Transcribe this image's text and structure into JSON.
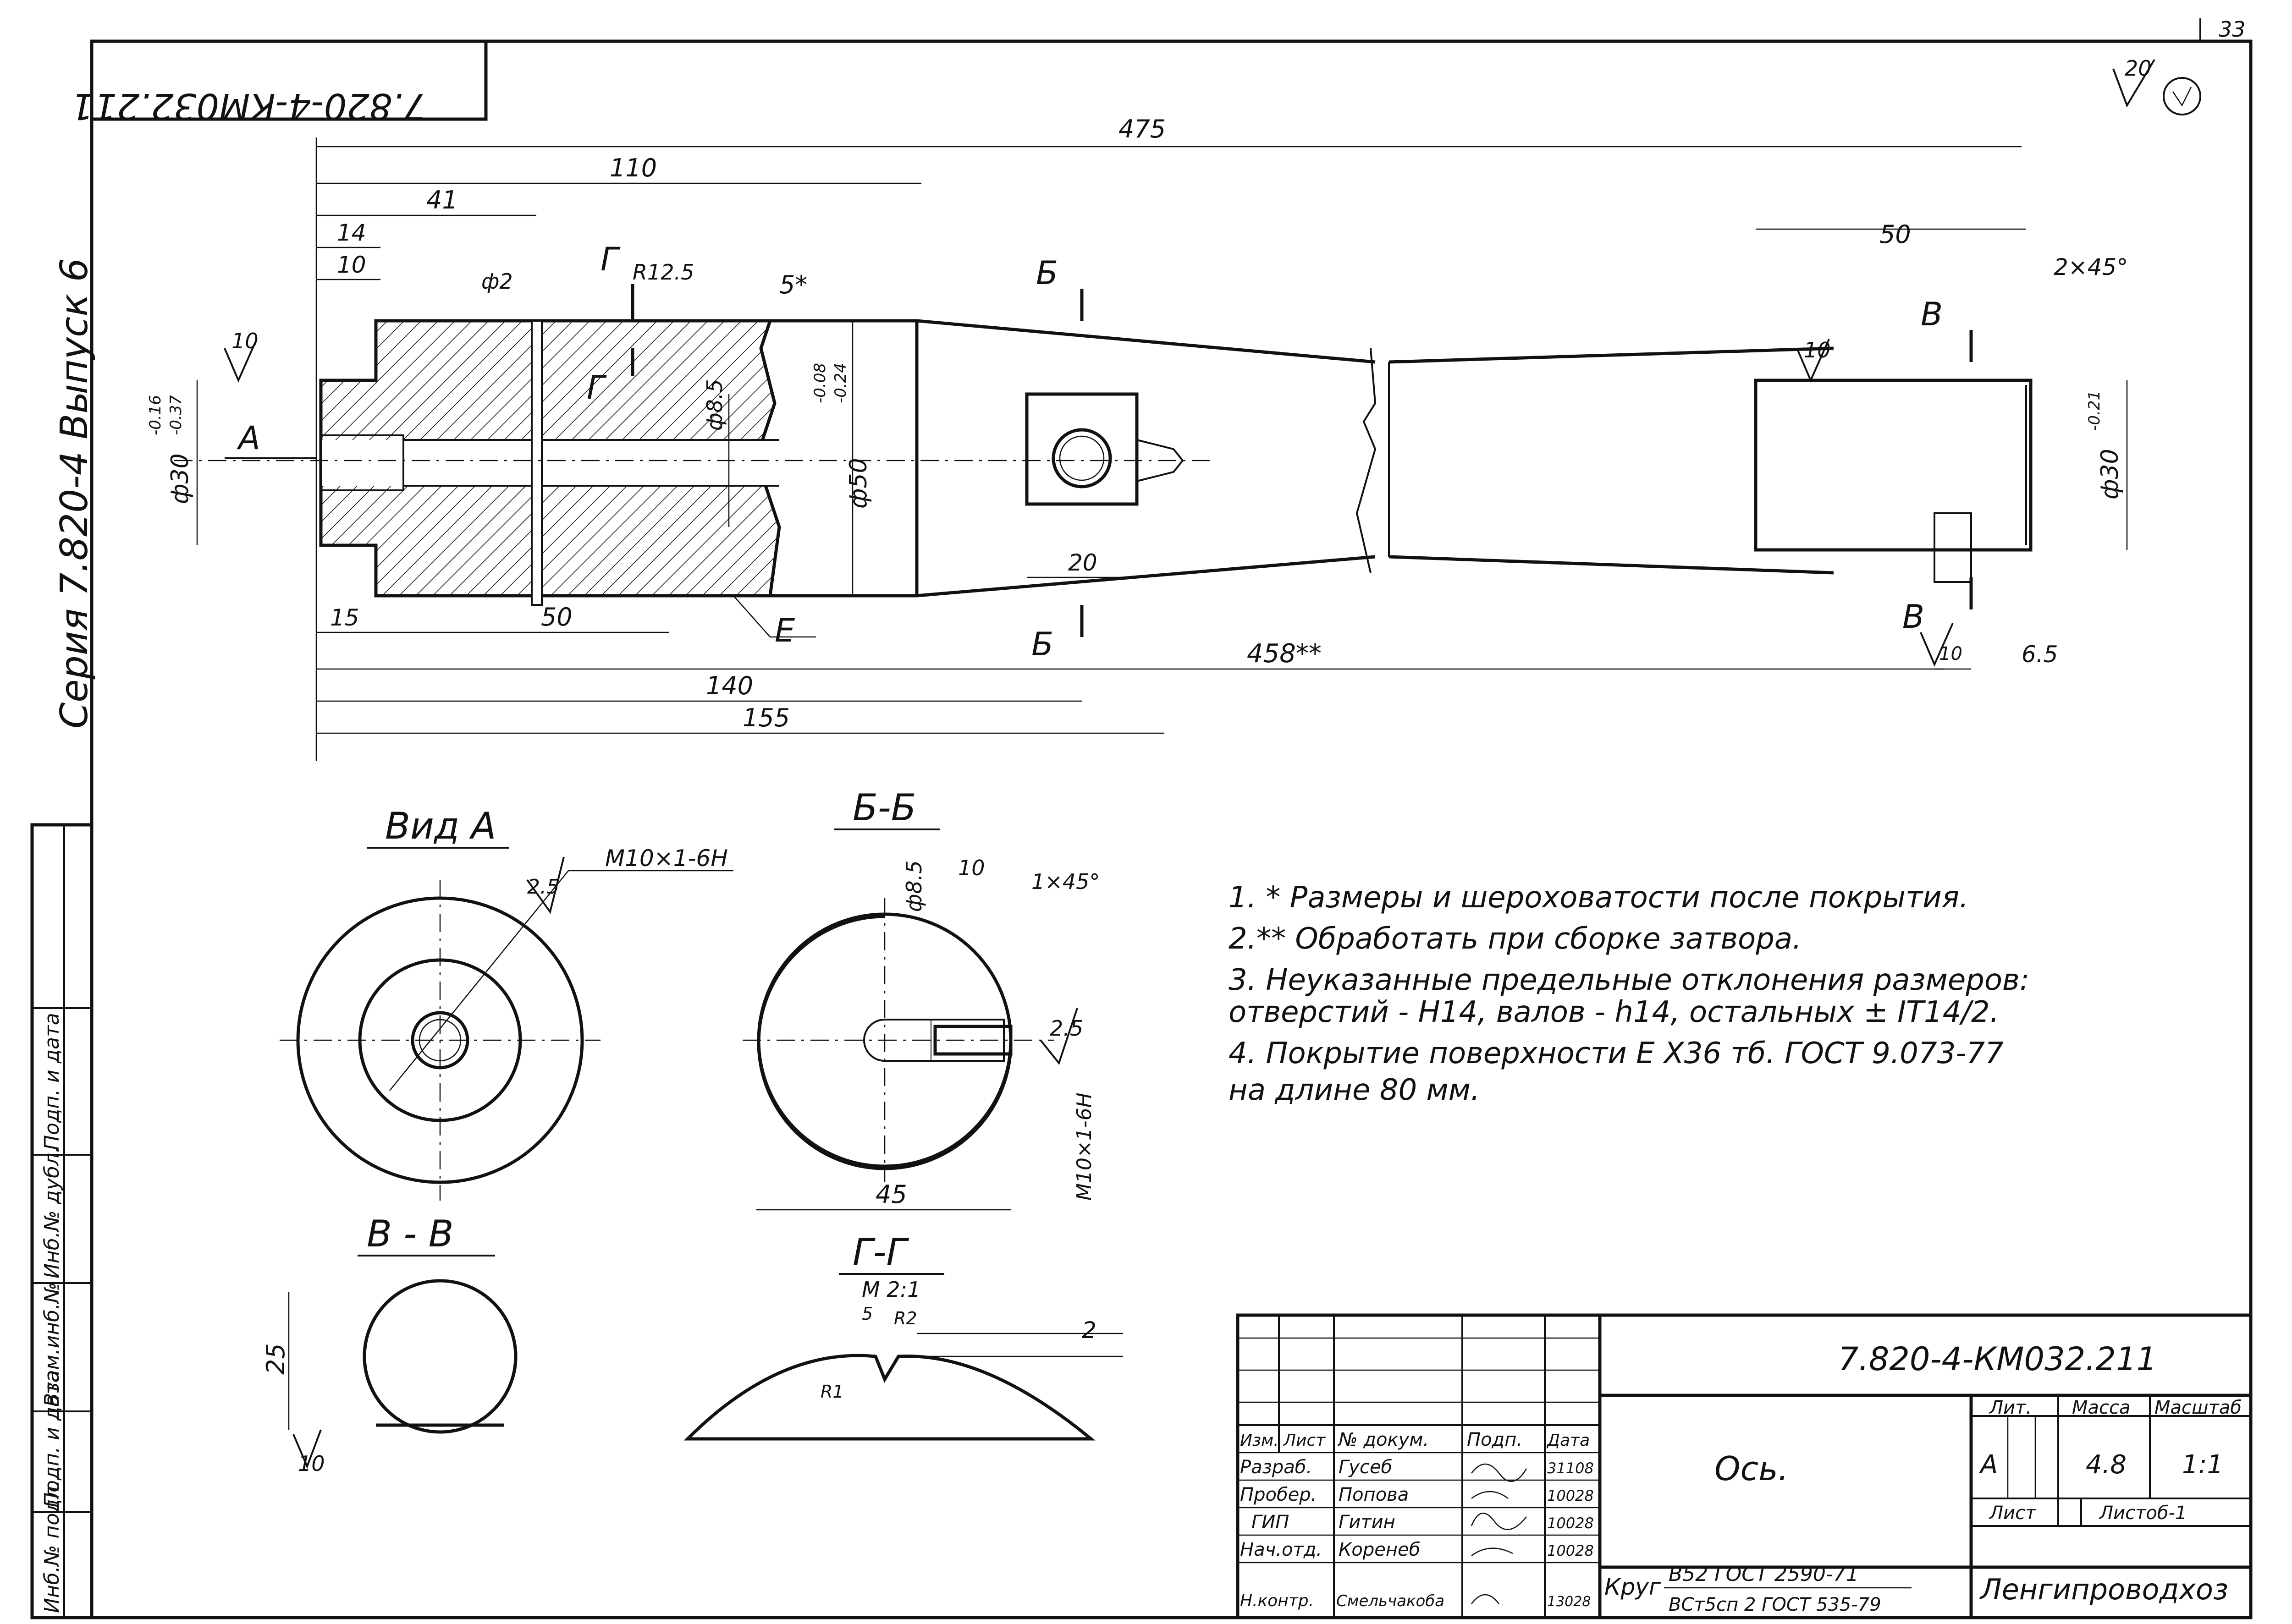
{
  "page": {
    "number": "33",
    "roughness_general": "20",
    "series_side_label": "Серия 7.820-4 Выпуск 6"
  },
  "doc_code_top": "7.820-4-КМ032.211",
  "side_stamp": {
    "labels": [
      "Инб.№ подл.",
      "Подп. и дата",
      "Взам.инб.№",
      "Инб.№ дубл.",
      "Подп. и дата"
    ]
  },
  "main_view": {
    "dims": {
      "d475": "475",
      "d110": "110",
      "d41": "41",
      "d14": "14",
      "d10": "10",
      "phi2": "ф2",
      "r125": "R12.5",
      "five": "5*",
      "d50top": "50",
      "chamfer": "2×45°",
      "phi30_left": "ф30",
      "phi30_left_tol_top": "-0.16",
      "phi30_left_tol_bot": "-0.37",
      "phi85": "ф8.5",
      "phi50": "ф50",
      "phi50_tol_top": "-0.08",
      "phi50_tol_bot": "-0.24",
      "phi30_right": "ф30",
      "phi30_right_tol": "-0.21",
      "d20": "20",
      "d15": "15",
      "d50bot": "50",
      "d458": "458**",
      "d65": "6.5",
      "d140": "140",
      "d155": "155"
    },
    "rough": {
      "r1": "10",
      "r2": "10",
      "r3": "10"
    },
    "labels": {
      "A": "А",
      "G1": "Г",
      "G2": "Г",
      "B1": "Б",
      "B2": "Б",
      "V1": "В",
      "V2": "В",
      "E": "Е"
    }
  },
  "views": {
    "vidA": {
      "title": "Вид А",
      "thread": "М10×1-6Н",
      "rough": "2.5"
    },
    "bb": {
      "title": "Б-Б",
      "phi85": "ф8.5",
      "d10": "10",
      "chamfer": "1×45°",
      "rough": "2.5",
      "thread": "М10×1-6Н",
      "width": "45"
    },
    "vv": {
      "title": "В - В",
      "dim": "25",
      "rough": "10"
    },
    "gg": {
      "title": "Г-Г",
      "scale": "М 2:1",
      "r5": "5",
      "r2": "R2",
      "r1": "R1",
      "dim": "2"
    }
  },
  "notes": [
    "1. * Размеры и шероховатости после покрытия.",
    "2.** Обработать при сборке затвора.",
    "3.  Неуказанные предельные отклонения размеров:",
    "     отверстий - Н14, валов - h14, остальных ± IT14/2.",
    "4.  Покрытие поверхности Е Х36 тб. ГОСТ 9.073-77",
    "     на длине 80 мм."
  ],
  "title_block": {
    "code": "7.820-4-КМ032.211",
    "name": "Ось.",
    "header": {
      "izm": "Изм.",
      "list": "Лист",
      "ndoc": "№ докум.",
      "podp": "Подп.",
      "data": "Дата"
    },
    "rows": [
      {
        "role": "Разраб.",
        "name": "Гусеб",
        "date": "31108"
      },
      {
        "role": "Пробер.",
        "name": "Попова",
        "date": "10028"
      },
      {
        "role": "ГИП",
        "name": "Гитин",
        "date": "10028"
      },
      {
        "role": "Нач.отд.",
        "name": "Коренеб",
        "date": "10028"
      },
      {
        "role": "Н.контр.",
        "name": "Смельчакоба",
        "date": "13028"
      }
    ],
    "lit_label": "Лит.",
    "mass_label": "Масса",
    "scale_label": "Масштаб",
    "lit": "А",
    "mass": "4.8",
    "scale": "1:1",
    "sheet_label": "Лист",
    "sheets_label": "Листоб-1",
    "material_prefix": "Круг",
    "material_top": "В52 ГОСТ 2590-71",
    "material_bottom": "ВСт5сп 2 ГОСТ 535-79",
    "org": "Ленгипроводхоз"
  }
}
